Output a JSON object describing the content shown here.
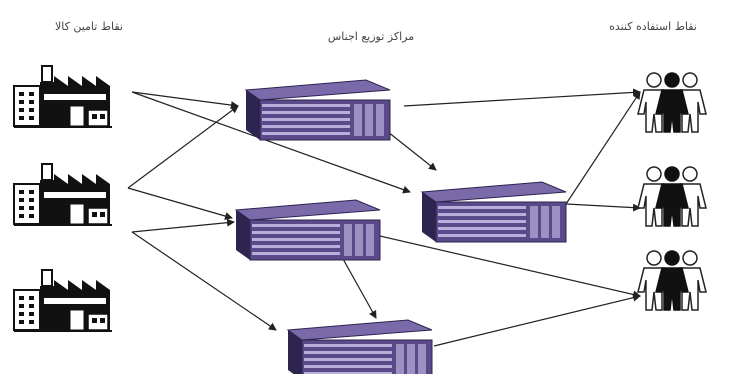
{
  "headers": {
    "suppliers": "نقاط تامین کالا",
    "distribution_centers": "مراکز توزیع اجناس",
    "customers": "نقاط استفاده کننده"
  },
  "colors": {
    "warehouse_face": "#5a4a8a",
    "warehouse_dark": "#2e2450",
    "warehouse_top": "#7a6aaa",
    "warehouse_stripe": "#c9c0e8",
    "arrow": "#222222",
    "factory": "#111111"
  },
  "nodes": {
    "suppliers": [
      "supplier-1",
      "supplier-2",
      "supplier-3"
    ],
    "distribution_centers": [
      "dc-1",
      "dc-2",
      "dc-3",
      "dc-4"
    ],
    "customers": [
      "customer-group-1",
      "customer-group-2",
      "customer-group-3"
    ]
  },
  "edges": [
    [
      "supplier-1",
      "dc-1"
    ],
    [
      "supplier-1",
      "dc-2"
    ],
    [
      "supplier-2",
      "dc-1"
    ],
    [
      "supplier-2",
      "dc-3"
    ],
    [
      "supplier-3",
      "dc-4"
    ],
    [
      "supplier-3",
      "dc-3"
    ],
    [
      "dc-1",
      "customer-group-1"
    ],
    [
      "dc-1",
      "dc-2"
    ],
    [
      "dc-2",
      "customer-group-1"
    ],
    [
      "dc-2",
      "customer-group-2"
    ],
    [
      "dc-3",
      "dc-4"
    ],
    [
      "dc-3",
      "customer-group-3"
    ],
    [
      "dc-4",
      "customer-group-3"
    ]
  ]
}
